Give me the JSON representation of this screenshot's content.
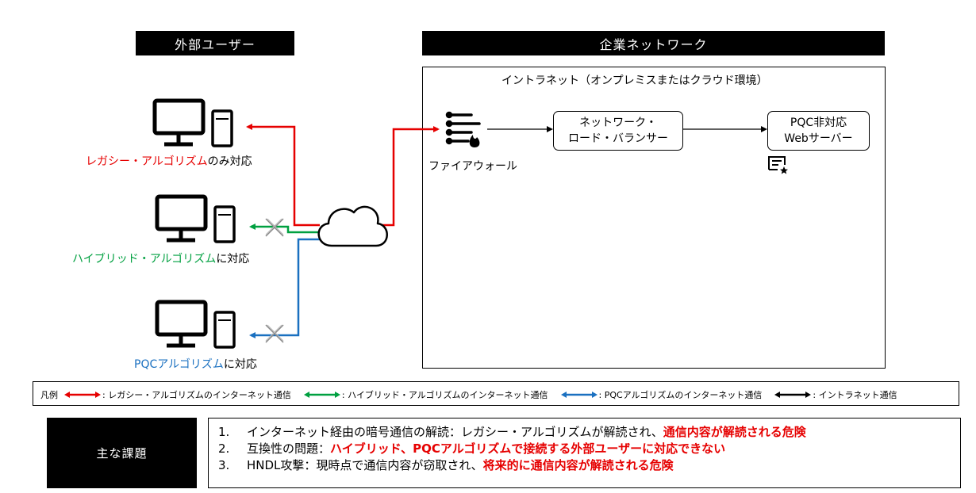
{
  "headers": {
    "external_users": "外部ユーザー",
    "corporate_network": "企業ネットワーク"
  },
  "intranet": {
    "title": "イントラネット（オンプレミスまたはクラウド環境）",
    "firewall_label": "ファイアウォール",
    "load_balancer": [
      "ネットワーク・",
      "ロード・バランサー"
    ],
    "web_server": [
      "PQC非対応",
      "Webサーバー"
    ]
  },
  "clients": [
    {
      "name_colored": "レガシー・アルゴリズム",
      "name_suffix": "のみ対応",
      "color": "#e60000"
    },
    {
      "name_colored": "ハイブリッド・アルゴリズム",
      "name_suffix": "に対応",
      "color": "#00a040"
    },
    {
      "name_colored": "PQCアルゴリズム",
      "name_suffix": "に対応",
      "color": "#1a70c0"
    }
  ],
  "legend": {
    "title": "凡例",
    "items": [
      {
        "label": ": レガシー・アルゴリズムのインターネット通信",
        "color": "#e60000"
      },
      {
        "label": ": ハイブリッド・アルゴリズムのインターネット通信",
        "color": "#00a040"
      },
      {
        "label": ": PQCアルゴリズムのインターネット通信",
        "color": "#1a70c0"
      },
      {
        "label": ": イントラネット通信",
        "color": "#000000"
      }
    ]
  },
  "issues": {
    "title": "主な課題",
    "items": [
      {
        "num": "1.",
        "text": "インターネット経由の暗号通信の解読：レガシー・アルゴリズムが解読され、",
        "highlight": "通信内容が解読される危険"
      },
      {
        "num": "2.",
        "text": "互換性の問題：",
        "highlight": "ハイブリッド、PQCアルゴリズムで接続する外部ユーザーに対応できない"
      },
      {
        "num": "3.",
        "text": "HNDL攻撃：現時点で通信内容が窃取され、",
        "highlight": "将来的に通信内容が解読される危険"
      }
    ]
  },
  "colors": {
    "legacy": "#e60000",
    "hybrid": "#00a040",
    "pqc": "#1a70c0",
    "intranet": "#000000"
  }
}
